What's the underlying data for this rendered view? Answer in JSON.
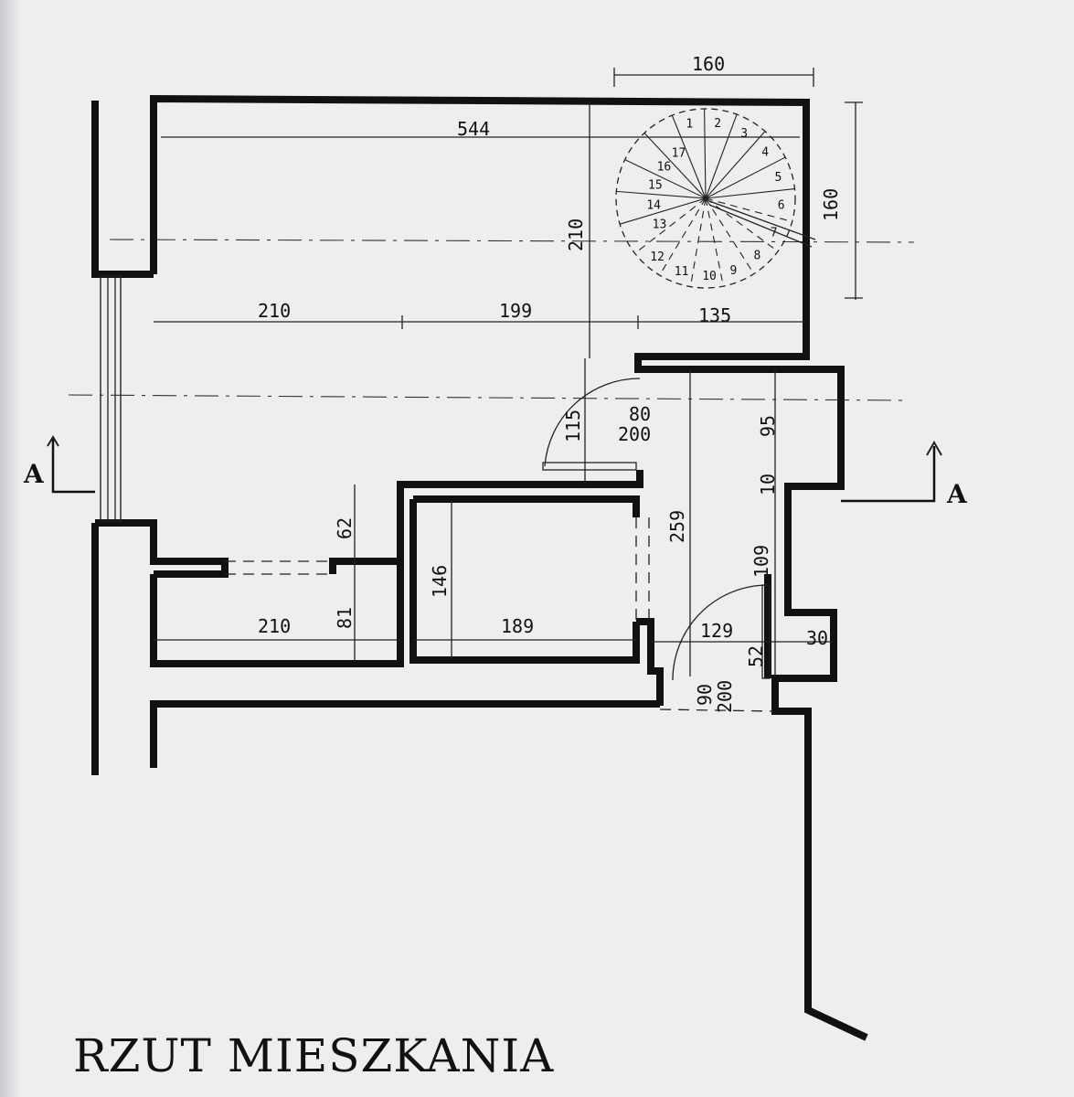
{
  "title": "RZUT MIESZKANIA",
  "section_marker": "A",
  "dimensions": {
    "stair_width_top": "160",
    "room_length": "544",
    "stair_height_side": "160",
    "room_depth": "210",
    "left_segment": "210",
    "middle_segment": "199",
    "right_segment": "135",
    "door_top_width": "80",
    "door_top_height": "200",
    "partition_115": "115",
    "hall_95": "95",
    "hall_10": "10",
    "hall_259": "259",
    "bath_62": "62",
    "bath_146": "146",
    "bottom_left_210": "210",
    "bath_81": "81",
    "bath_189": "189",
    "hall_109": "109",
    "hall_129": "129",
    "hall_52": "52",
    "hall_30": "30",
    "door_bottom_width": "90",
    "door_bottom_height": "200"
  },
  "stair_steps": [
    "1",
    "2",
    "3",
    "4",
    "5",
    "6",
    "7",
    "8",
    "9",
    "10",
    "11",
    "12",
    "13",
    "14",
    "15",
    "16",
    "17"
  ]
}
